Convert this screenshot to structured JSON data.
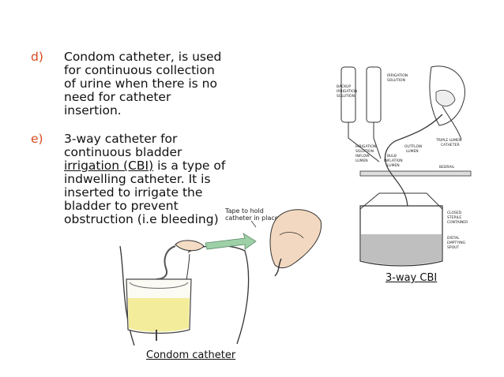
{
  "items": [
    {
      "marker": "d)",
      "term": "Condom catheter",
      "lines": [
        ", is used",
        "for continuous collection",
        "of urine when there is no",
        "need for catheter",
        "insertion."
      ]
    },
    {
      "marker": "e)",
      "term_lines": [
        "3-way catheter for",
        "continuous bladder",
        "irrigation (CBI)"
      ],
      "rest": " is a type of",
      "lines": [
        "indwelling catheter. It is",
        "inserted to irrigate the",
        "bladder to prevent",
        "obstruction (i.e bleeding)"
      ]
    }
  ],
  "figure_condom": {
    "caption": "Condom catheter",
    "tape_label_1": "Tape to hold",
    "tape_label_2": "catheter in place"
  },
  "figure_cbi": {
    "caption": "3-way CBI",
    "labels": {
      "backup": "BACKUP",
      "irrigation": "IRRIGATION",
      "solution": "SOLUTION",
      "irrigation_solution": "IRRIGATION",
      "solution2": "SOLUTION",
      "triple_lumen": "TRIPLE LUMEN",
      "catheter": "CATHETER",
      "irrigation_inflow": "IRRIGATION",
      "solution_inflow": "SOLUTION",
      "inflow": "INFLOW",
      "lumen": "LUMEN",
      "outflow": "OUTFLOW",
      "outflow_lumen": "LUMEN",
      "bulb": "BULB",
      "inflation": "INFLATION",
      "lumen2": "LUMEN",
      "bedrail": "BEDRAIL",
      "closed": "CLOSED",
      "sterile": "STERILE",
      "container": "CONTAINER",
      "distal": "DISTAL",
      "emptying": "EMPTYING",
      "spout": "SPOUT"
    }
  }
}
